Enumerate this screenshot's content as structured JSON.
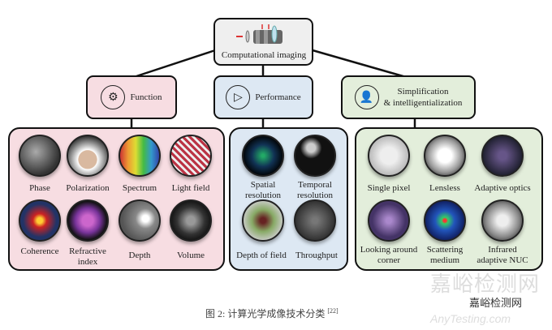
{
  "root": {
    "label": "Computational imaging"
  },
  "categories": [
    {
      "label": "Function",
      "icon": "gears-icon",
      "color": "#f7dde2"
    },
    {
      "label": "Performance",
      "icon": "play-icon",
      "color": "#dde8f3"
    },
    {
      "label": "Simplification\n& intelligentialization",
      "label_line1": "Simplification",
      "label_line2": "& intelligentialization",
      "icon": "person-icon",
      "color": "#e3eedb"
    }
  ],
  "function_items": [
    "Phase",
    "Polarization",
    "Spectrum",
    "Light field",
    "Coherence",
    "Refractive index",
    "Depth",
    "Volume"
  ],
  "performance_items": [
    "Spatial resolution",
    "Temporal resolution",
    "Depth of field",
    "Throughput"
  ],
  "simplification_items": [
    "Single pixel",
    "Lensless",
    "Adaptive optics",
    "Looking around corner",
    "Scattering medium",
    "Infrared adaptive NUC"
  ],
  "caption": {
    "text": "图 2: 计算光学成像技术分类",
    "ref": "[22]"
  },
  "watermark": {
    "big": "嘉峪检测网",
    "small": "嘉峪检测网",
    "url": "AnyTesting.com"
  }
}
